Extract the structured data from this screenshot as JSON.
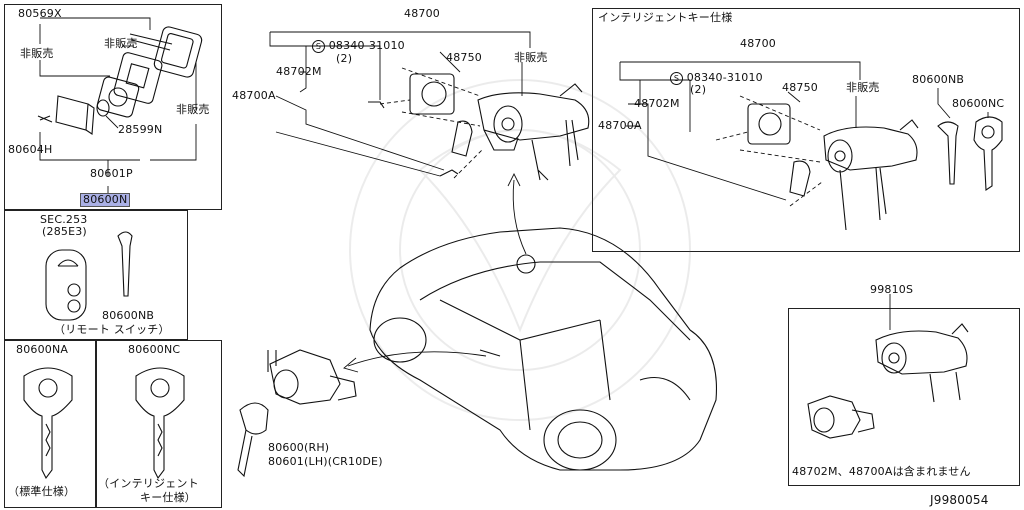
{
  "diagram": {
    "code": "J9980054",
    "panels": {
      "top_left": {
        "parts": [
          "80569X",
          "非販売",
          "非販売",
          "28599N",
          "80604H",
          "非販売",
          "80601P"
        ],
        "highlighted": "80600N"
      },
      "remote": {
        "sec": "SEC.253",
        "sec_sub": "(285E3)",
        "part": "80600NB",
        "caption": "（リモート スイッチ）"
      },
      "key_std": {
        "part": "80600NA",
        "caption": "（標準仕様）"
      },
      "key_intel": {
        "part": "80600NC",
        "caption_1": "（インテリジェント",
        "caption_2": "キー仕様）"
      },
      "center": {
        "main": "48700",
        "screw": "08340-31010",
        "screw_qty": "(2)",
        "p1": "48750",
        "p2": "48702M",
        "p3": "48700A",
        "note": "非販売"
      },
      "intelligent": {
        "title": "インテリジェントキー仕様",
        "main": "48700",
        "screw": "08340-31010",
        "screw_qty": "(2)",
        "p1": "48750",
        "p2": "48702M",
        "p3": "48700A",
        "note": "非販売",
        "k1": "80600NB",
        "k2": "80600NC"
      },
      "door": {
        "line1": "80600(RH)",
        "line2": "80601(LH)(CR10DE)"
      },
      "bottom_right": {
        "part": "99810S",
        "note": "48702M、48700Aは含まれません"
      }
    }
  }
}
